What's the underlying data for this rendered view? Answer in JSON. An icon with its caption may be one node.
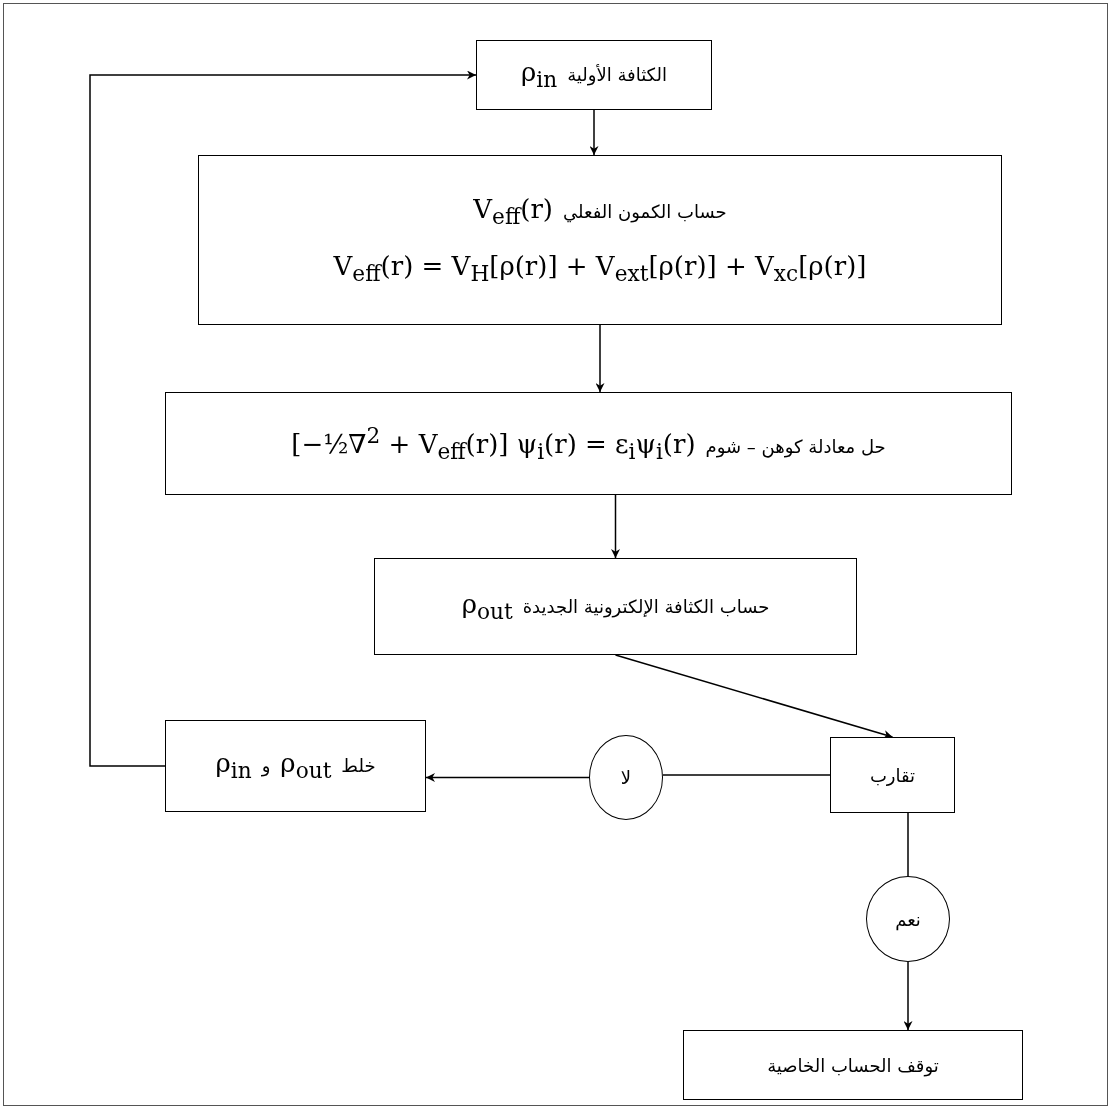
{
  "diagram": {
    "nodes": [
      {
        "text": [
          "الكثافة الأولية",
          "ρ$_{in}$"
        ]
      },
      {
        "text": [
          "حساب الكمون الفعلي",
          "V$_{eff}$(r)",
          "V$_{eff}$(r) = V$_{H}$[ρ(r)] + V$_{ext}$[ρ(r)] + V$_{xc}$[ρ(r)]"
        ]
      },
      {
        "text": [
          "حل معادلة كوهن – شوم",
          "[−½∇$^{2}$ + V$_{eff}$(r)] ψ$_{i}$(r) = ε$_{i}$ψ$_{i}$(r)"
        ]
      },
      {
        "text": [
          "حساب الكثافة الإلكترونية الجديدة",
          "ρ$_{out}$"
        ]
      },
      {
        "text": [
          "تقارب"
        ]
      },
      {
        "text": [
          "لا"
        ]
      },
      {
        "text": [
          "خلط",
          "ρ$_{out}$",
          "و",
          "ρ$_{in}$"
        ]
      },
      {
        "text": [
          "نعم"
        ]
      },
      {
        "text": [
          "توقف الحساب الخاصية"
        ]
      }
    ],
    "edges": [
      {
        "from": 0,
        "to": 1,
        "arrow": "to"
      },
      {
        "from": 1,
        "to": 2,
        "arrow": "to"
      },
      {
        "from": 2,
        "to": 3,
        "arrow": "to"
      },
      {
        "from": 3,
        "to": 4,
        "arrow": "to"
      },
      {
        "from": 4,
        "to": 5,
        "arrow": "none"
      },
      {
        "from": 5,
        "to": 6,
        "arrow": "to"
      },
      {
        "from": 4,
        "to": 7,
        "arrow": "none"
      },
      {
        "from": 7,
        "to": 8,
        "arrow": "to"
      },
      {
        "from": 6,
        "to": 0,
        "arrow": "to"
      }
    ]
  }
}
